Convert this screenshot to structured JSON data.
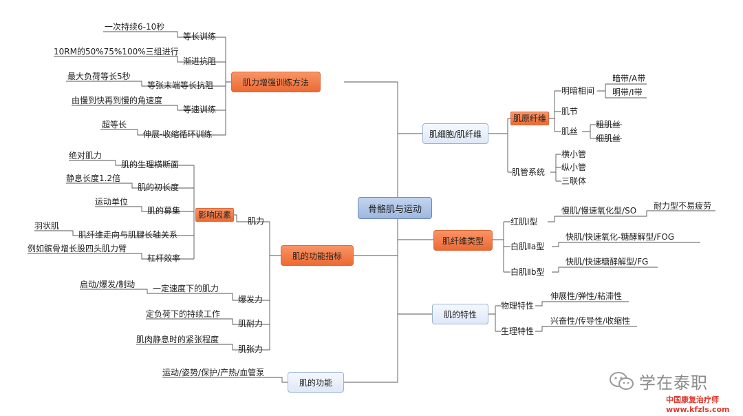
{
  "center": "骨骼肌与运动",
  "left": {
    "training": {
      "label": "肌力增强训练方法",
      "items": [
        {
          "method": "等长训练",
          "detail": "一次持续6-10秒"
        },
        {
          "method": "渐进抗阻",
          "detail": "10RM的50%75%100%三组进行"
        },
        {
          "method": "等张末端等长抗阻",
          "detail": "最大负荷等长5秒"
        },
        {
          "method": "等速训练",
          "detail": "由慢到快再到慢的角速度"
        },
        {
          "method": "伸展-收缩循环训练",
          "detail": "超等长"
        }
      ]
    },
    "function_index": {
      "label": "肌的功能指标",
      "strength": {
        "label": "肌力",
        "factor_tag": "影响因素",
        "factors": [
          {
            "factor": "肌的生理横断面",
            "detail": "绝对肌力"
          },
          {
            "factor": "肌的初长度",
            "detail": "静息长度1.2倍"
          },
          {
            "factor": "肌的募集",
            "detail": "运动单位"
          },
          {
            "factor": "肌纤维走向与肌腱长轴关系",
            "detail": "羽状肌"
          },
          {
            "factor": "杠杆效率",
            "detail": "例如髌骨增长股四头肌力臂"
          }
        ]
      },
      "power": {
        "label": "爆发力",
        "desc": "一定速度下的肌力",
        "detail": "启动/爆发/制动"
      },
      "endurance": {
        "label": "肌耐力",
        "desc": "定负荷下的持续工作"
      },
      "tension": {
        "label": "肌张力",
        "desc": "肌肉静息时的紧张程度"
      }
    },
    "function": {
      "label": "肌的功能",
      "detail": "运动/姿势/保护/产热/血管泵"
    }
  },
  "right": {
    "cell": {
      "label": "肌细胞/肌纤维",
      "myofibril": {
        "tag": "肌原纤维",
        "bands": {
          "label": "明暗相间",
          "items": [
            "暗带/A带",
            "明带/I带"
          ]
        },
        "sarcomere": "肌节",
        "filament": {
          "label": "肌丝",
          "items": [
            "粗肌丝",
            "细肌丝"
          ]
        }
      },
      "tubule": {
        "label": "肌管系统",
        "items": [
          "横小管",
          "纵小管",
          "三联体"
        ]
      }
    },
    "fiber_types": {
      "label": "肌纤维类型",
      "types": [
        {
          "name": "红肌Ⅰ型",
          "desc": "慢肌/慢速氧化型/SO",
          "note": "耐力型不易疲劳"
        },
        {
          "name": "白肌Ⅱa型",
          "desc": "快肌/快速氧化-糖酵解型/FOG"
        },
        {
          "name": "白肌Ⅱb型",
          "desc": "快肌/快速糖酵解型/FG"
        }
      ]
    },
    "properties": {
      "label": "肌的特性",
      "items": [
        {
          "name": "物理特性",
          "desc": "伸展性/弹性/粘滞性"
        },
        {
          "name": "生理特性",
          "desc": "兴奋性/传导性/收缩性"
        }
      ]
    }
  },
  "watermark": {
    "text": "学在泰职",
    "site_name": "中国康复治疗师",
    "site_url": "www.kfzls.com"
  },
  "colors": {
    "orange": "#ec6a33",
    "blue_node": "#dfe8f7",
    "center": "#9fb7e0",
    "line": "#555555",
    "watermark_red": "#e03a2e"
  }
}
